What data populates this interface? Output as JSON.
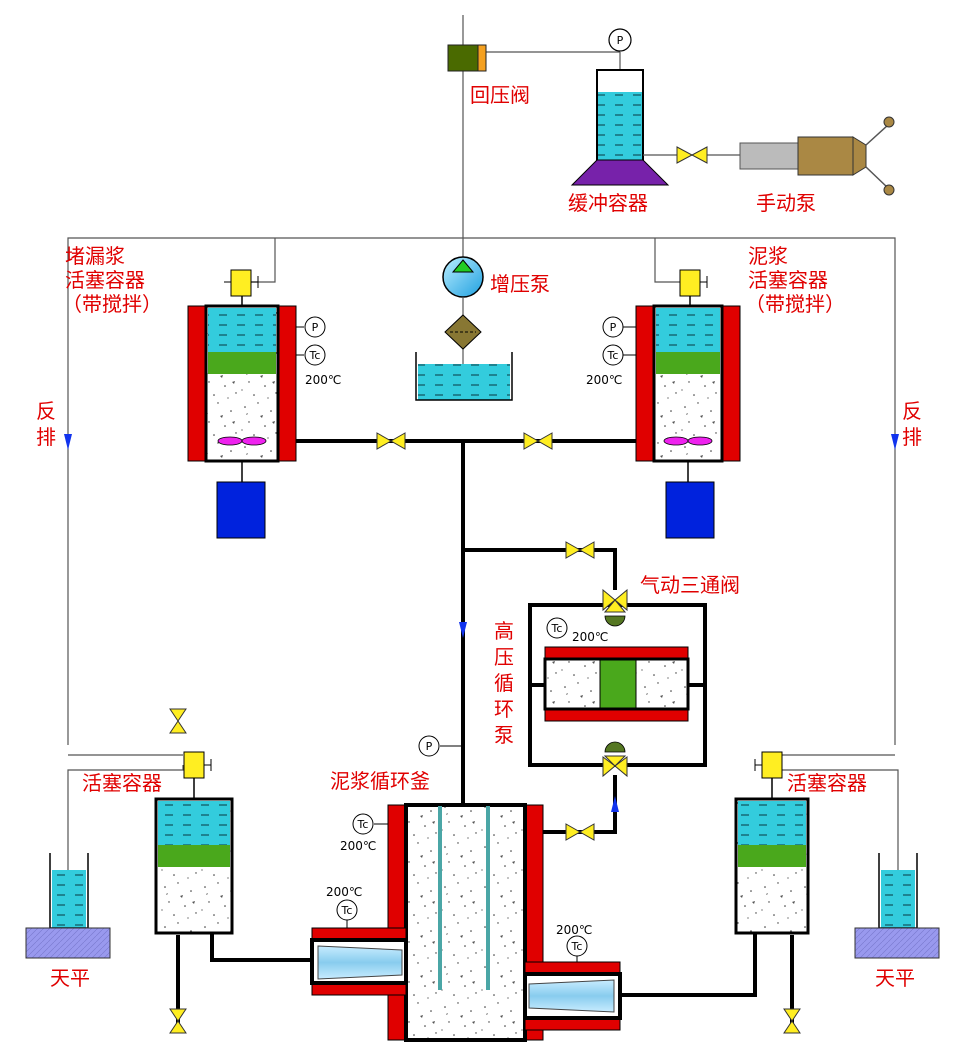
{
  "labels": {
    "back_pressure_valve": "回压阀",
    "buffer_container": "缓冲容器",
    "manual_pump": "手动泵",
    "booster_pump": "增压泵",
    "left_container_l1": "堵漏浆",
    "left_container_l2": "活塞容器",
    "left_container_l3": "（带搅拌）",
    "right_container_l1": "泥浆",
    "right_container_l2": "活塞容器",
    "right_container_l3": "（带搅拌）",
    "reverse_drain_left_1": "反",
    "reverse_drain_left_2": "排",
    "reverse_drain_right_1": "反",
    "reverse_drain_right_2": "排",
    "pneumatic_3way_valve": "气动三通阀",
    "hp_pump_1": "高",
    "hp_pump_2": "压",
    "hp_pump_3": "循",
    "hp_pump_4": "环",
    "hp_pump_5": "泵",
    "circulation_kettle": "泥浆循环釜",
    "piston_container_left": "活塞容器",
    "piston_container_right": "活塞容器",
    "balance_left": "天平",
    "balance_right": "天平"
  },
  "gauges": {
    "pressure": "P",
    "temperature": "Tc",
    "temp_value": "200℃"
  },
  "colors": {
    "label": "#e00000",
    "liquid": "#33ccdd",
    "piston": "#4aa81c",
    "heater": "#e00000",
    "valve": "#ffee22",
    "pipe": "#000000",
    "motor": "#0022dd",
    "balance": "#9999ee"
  }
}
